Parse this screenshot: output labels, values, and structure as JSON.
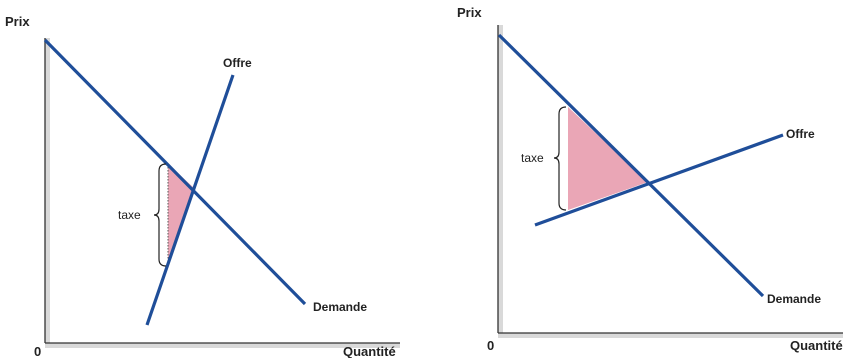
{
  "colors": {
    "curve": "#1f4e99",
    "axis": "#333333",
    "axis_shadow": "#d9d9d9",
    "shaded": "#eaa6b6"
  },
  "left_panel": {
    "y_axis_label": "Prix",
    "x_axis_label": "Quantité",
    "origin_label": "0",
    "supply_label": "Offre",
    "demand_label": "Demande",
    "tax_label": "taxe"
  },
  "right_panel": {
    "y_axis_label": "Prix",
    "x_axis_label": "Quantité",
    "origin_label": "0",
    "supply_label": "Offre",
    "demand_label": "Demande",
    "tax_label": "taxe"
  }
}
